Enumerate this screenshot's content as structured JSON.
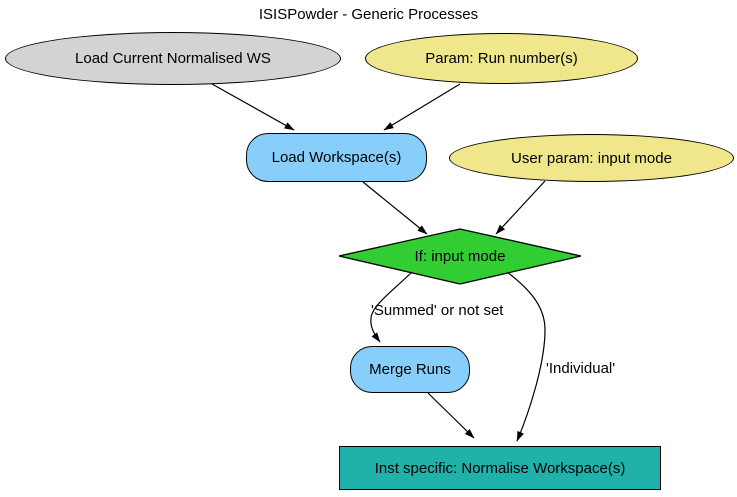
{
  "title": "ISISPowder - Generic Processes",
  "colors": {
    "background": "#ffffff",
    "border": "#000000",
    "text": "#000000",
    "workspace_fill": "#d3d3d3",
    "param_fill": "#f0e68c",
    "algorithm_fill": "#87cefa",
    "decision_fill": "#32cd32",
    "inst_specific_fill": "#20b2aa"
  },
  "nodes": {
    "load_current_normalised_ws": {
      "label": "Load Current Normalised WS",
      "shape": "ellipse"
    },
    "param_run_numbers": {
      "label": "Param: Run number(s)",
      "shape": "ellipse"
    },
    "load_workspaces": {
      "label": "Load Workspace(s)",
      "shape": "rounded-rect"
    },
    "user_param_input_mode": {
      "label": "User param: input mode",
      "shape": "ellipse"
    },
    "if_input_mode": {
      "label": "If: input mode",
      "shape": "diamond"
    },
    "merge_runs": {
      "label": "Merge Runs",
      "shape": "rounded-rect"
    },
    "inst_specific_normalise": {
      "label": "Inst specific: Normalise Workspace(s)",
      "shape": "rect"
    }
  },
  "edge_labels": {
    "summed": "'Summed' or not set",
    "individual": "'Individual'"
  },
  "edges": [
    {
      "from": "load_current_normalised_ws",
      "to": "load_workspaces",
      "label": ""
    },
    {
      "from": "param_run_numbers",
      "to": "load_workspaces",
      "label": ""
    },
    {
      "from": "load_workspaces",
      "to": "if_input_mode",
      "label": ""
    },
    {
      "from": "user_param_input_mode",
      "to": "if_input_mode",
      "label": ""
    },
    {
      "from": "if_input_mode",
      "to": "merge_runs",
      "label": "'Summed' or not set"
    },
    {
      "from": "if_input_mode",
      "to": "inst_specific_normalise",
      "label": "'Individual'"
    },
    {
      "from": "merge_runs",
      "to": "inst_specific_normalise",
      "label": ""
    }
  ]
}
